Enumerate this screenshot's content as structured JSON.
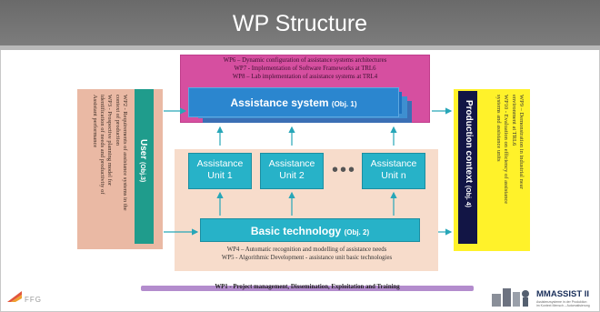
{
  "title": "WP Structure",
  "top_box": {
    "lines": [
      "WP6 – Dynamic configuration of assistance systems architectures",
      "WP7 - Implementation of Software Frameworks at TRL6",
      "WP8 – Lab implementation of assistance systems at TRL4"
    ],
    "stack_label": "Assistance system",
    "stack_obj": "(Obj. 1)"
  },
  "units": [
    {
      "line1": "Assistance",
      "line2": "Unit 1"
    },
    {
      "line1": "Assistance",
      "line2": "Unit 2"
    },
    {
      "line1": "Assistance",
      "line2": "Unit n"
    }
  ],
  "dots": "•••",
  "basic": {
    "label": "Basic technology",
    "obj": "(Obj. 2)"
  },
  "bottom_lines": [
    "WP4 – Automatic recognition and modelling of assistance needs",
    "WP5 - Algorithmic Development - assistance unit basic technologies"
  ],
  "user": {
    "label": "User",
    "obj": "(Obj.3)",
    "lines": [
      "WP2 - Requirements of assistance systems in the",
      "context of production",
      "WP3 - Prospective planning model for",
      "identification of needs and productivity of",
      "Assistant performance"
    ]
  },
  "production": {
    "label": "Production context",
    "obj": "(Obj. 4)",
    "lines": [
      "WP9 – Demonstration in industrial near",
      "environment at TRL6",
      "WP10 - Evaluation on efficiency of assistance",
      "systems and assistance units"
    ]
  },
  "wp1": "WP1 - Project management, Dissemination, Exploitation and Training",
  "footer_left": "FFG",
  "footer_right": {
    "name": "MMASSIST II",
    "sub": "Assistenzsysteme in der Produktion im Kontext Mensch – Automatisierung"
  },
  "colors": {
    "top_box": "#d64fa0",
    "assistance_blue": "#2b86cf",
    "teal": "#27b2c8",
    "peach": "#f7dccb",
    "user_panel": "#eab9a4",
    "user_bar": "#1f9c8c",
    "production_panel": "#fff22a",
    "production_bar": "#121545",
    "wp1_bar": "#b38ccd"
  }
}
